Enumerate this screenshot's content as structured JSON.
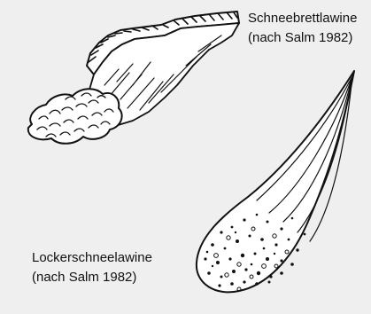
{
  "slab_avalanche": {
    "name": "Schneebrettlawine",
    "source": "(nach Salm 1982)"
  },
  "loose_snow_avalanche": {
    "name": "Lockerschneelawine",
    "source": "(nach Salm 1982)"
  }
}
